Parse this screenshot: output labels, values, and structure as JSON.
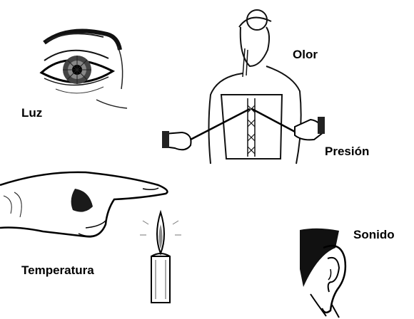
{
  "labels": {
    "light": "Luz",
    "smell": "Olor",
    "pressure": "Presión",
    "temperature": "Temperatura",
    "sound": "Sonido"
  }
}
